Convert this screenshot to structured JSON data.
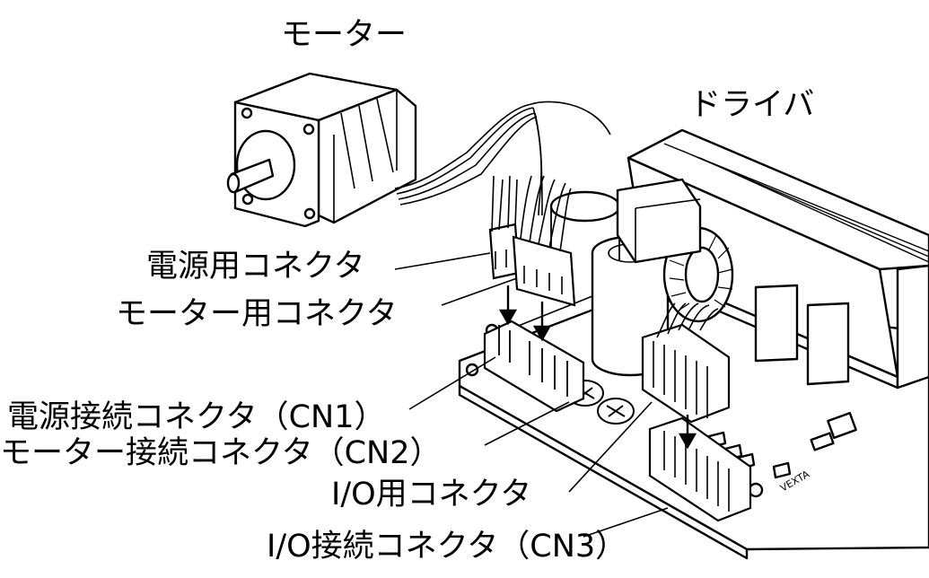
{
  "labels": {
    "motor": "モーター",
    "driver": "ドライバ",
    "power_connector": "電源用コネクタ",
    "motor_connector": "モーター用コネクタ",
    "power_connection_connector": "電源接続コネクタ（CN1）",
    "motor_connection_connector": "モーター接続コネクタ（CN2）",
    "io_connector": "I/O用コネクタ",
    "io_connection_connector": "I/O接続コネクタ（CN3）"
  },
  "board_marking": "VEXTA",
  "colors": {
    "ink": "#000000",
    "paper": "#ffffff"
  }
}
